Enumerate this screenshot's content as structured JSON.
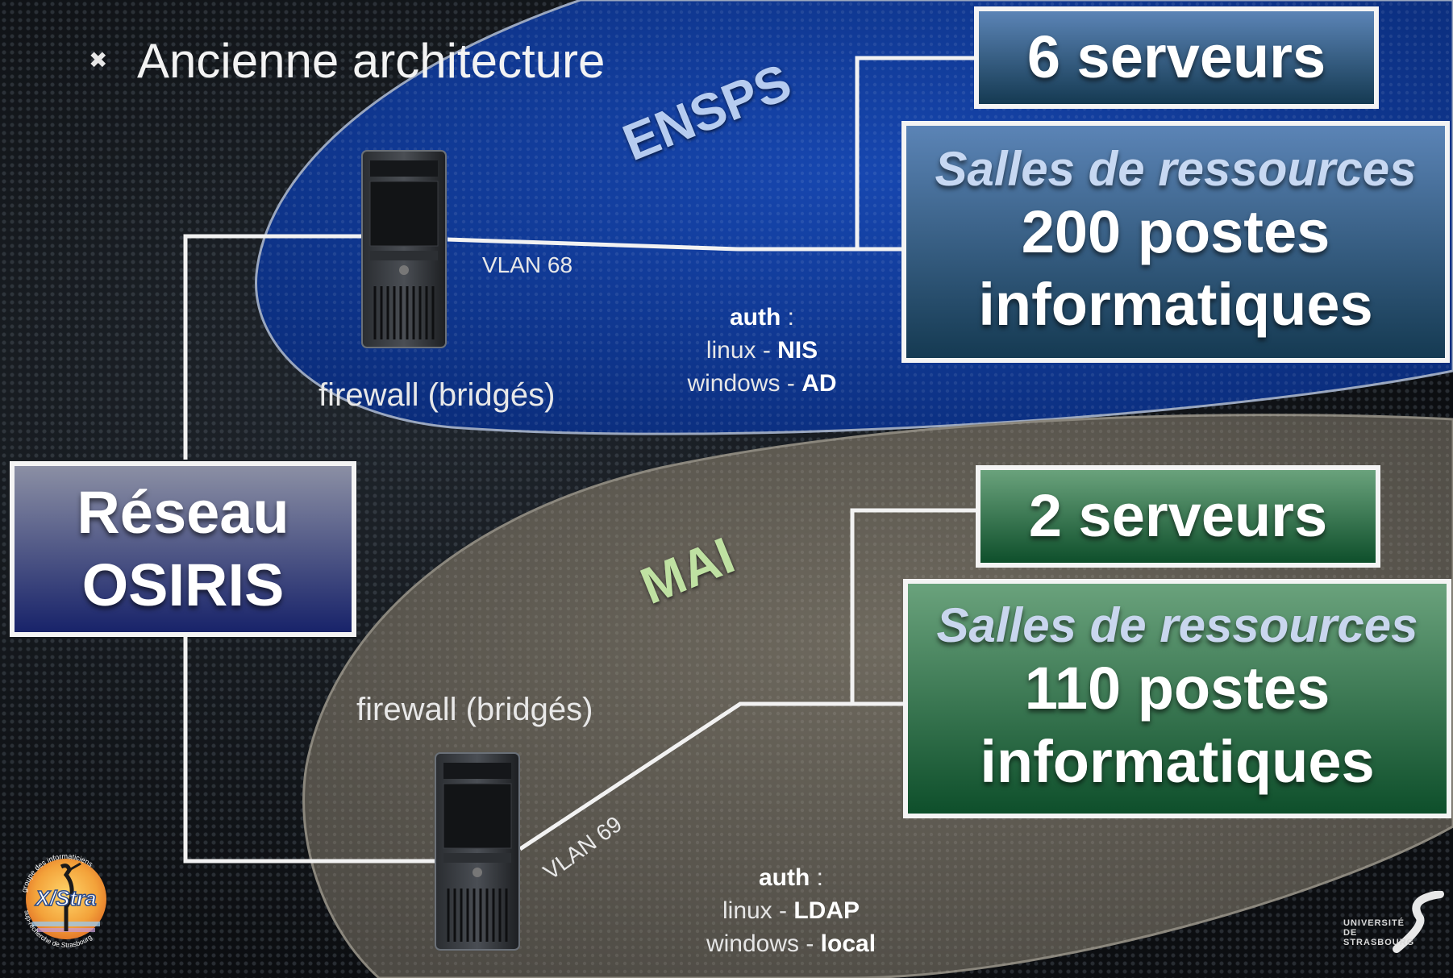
{
  "title": "Ancienne architecture",
  "zones": {
    "ensps": "ENSPS",
    "mai": "MAI"
  },
  "osiris": {
    "line1": "Réseau",
    "line2": "OSIRIS"
  },
  "ensps": {
    "servers_label": "6 serveurs",
    "salles_title": "Salles de ressources",
    "postes_line1": "200 postes",
    "postes_line2": "informatiques",
    "firewall_label": "firewall (bridgés)",
    "vlan": "VLAN 68",
    "auth": {
      "title": "auth",
      "sep": " :",
      "linux_prefix": "linux - ",
      "linux_value": "NIS",
      "windows_prefix": "windows - ",
      "windows_value": "AD"
    }
  },
  "mai": {
    "servers_label": "2 serveurs",
    "salles_title": "Salles de ressources",
    "postes_line1": "110 postes",
    "postes_line2": "informatiques",
    "firewall_label": "firewall (bridgés)",
    "vlan": "VLAN 69",
    "auth": {
      "title": "auth",
      "sep": " :",
      "linux_prefix": "linux - ",
      "linux_value": "LDAP",
      "windows_prefix": "windows - ",
      "windows_value": "local"
    }
  },
  "logos": {
    "xstra_text": "X/Stra",
    "xstra_ring_top": "groupe des informaticiens",
    "xstra_ring_bottom": "sup-recherche de Strasbourg",
    "unistra_text": "UNIVERSITÉ DE STRASBOURG"
  },
  "colors": {
    "ensps_zone": "#0e3a96",
    "mai_zone": "#5d5a52",
    "ensps_label": "#b6ccf0",
    "mai_label": "#bfe1a2",
    "box_blue_top": "#5b84b6",
    "box_green_top": "#6aa27c",
    "box_osiris": "#18236a"
  }
}
